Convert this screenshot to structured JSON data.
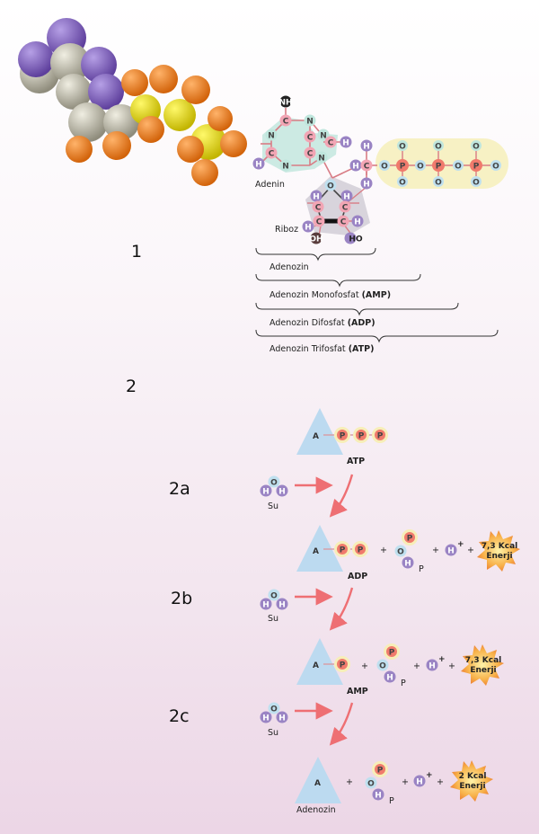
{
  "section_numbers": {
    "s1": "1",
    "s2": "2",
    "s2a": "2a",
    "s2b": "2b",
    "s2c": "2c"
  },
  "structure": {
    "adenin": "Adenin",
    "riboz": "Riboz",
    "braces": [
      {
        "plain": "Adenozin",
        "bold": ""
      },
      {
        "plain": "Adenozin Monofosfat ",
        "bold": "(AMP)"
      },
      {
        "plain": "Adenozin Difosfat ",
        "bold": "(ADP)"
      },
      {
        "plain": "Adenozin Trifosfat ",
        "bold": "(ATP)"
      }
    ]
  },
  "atoms": {
    "C": "C",
    "N": "N",
    "H": "H",
    "O": "O",
    "P": "P",
    "NH": "NH",
    "OH": "OH",
    "HO": "HO",
    "A": "A",
    "plus": "+",
    "hplus": "+"
  },
  "reactions": {
    "atp": "ATP",
    "su": "Su",
    "adp": "ADP",
    "amp": "AMP",
    "adenozin": "Adenozin",
    "energy_1": "7,3 Kcal",
    "energy_2": "7,3 Kcal",
    "energy_3": "2 Kcal",
    "energy_word": "Enerji"
  },
  "colors": {
    "triangle": "#bcdaf0",
    "phosphate": "#f07a6c",
    "phosphate_ring": "#f7eeb8",
    "hydrogen": "#9a84c4",
    "oxygen": "#bfe0ef",
    "nitrogen_shade": "#bfe6dd",
    "arrow": "#ee6f73",
    "starburst": "#f6a23e"
  }
}
